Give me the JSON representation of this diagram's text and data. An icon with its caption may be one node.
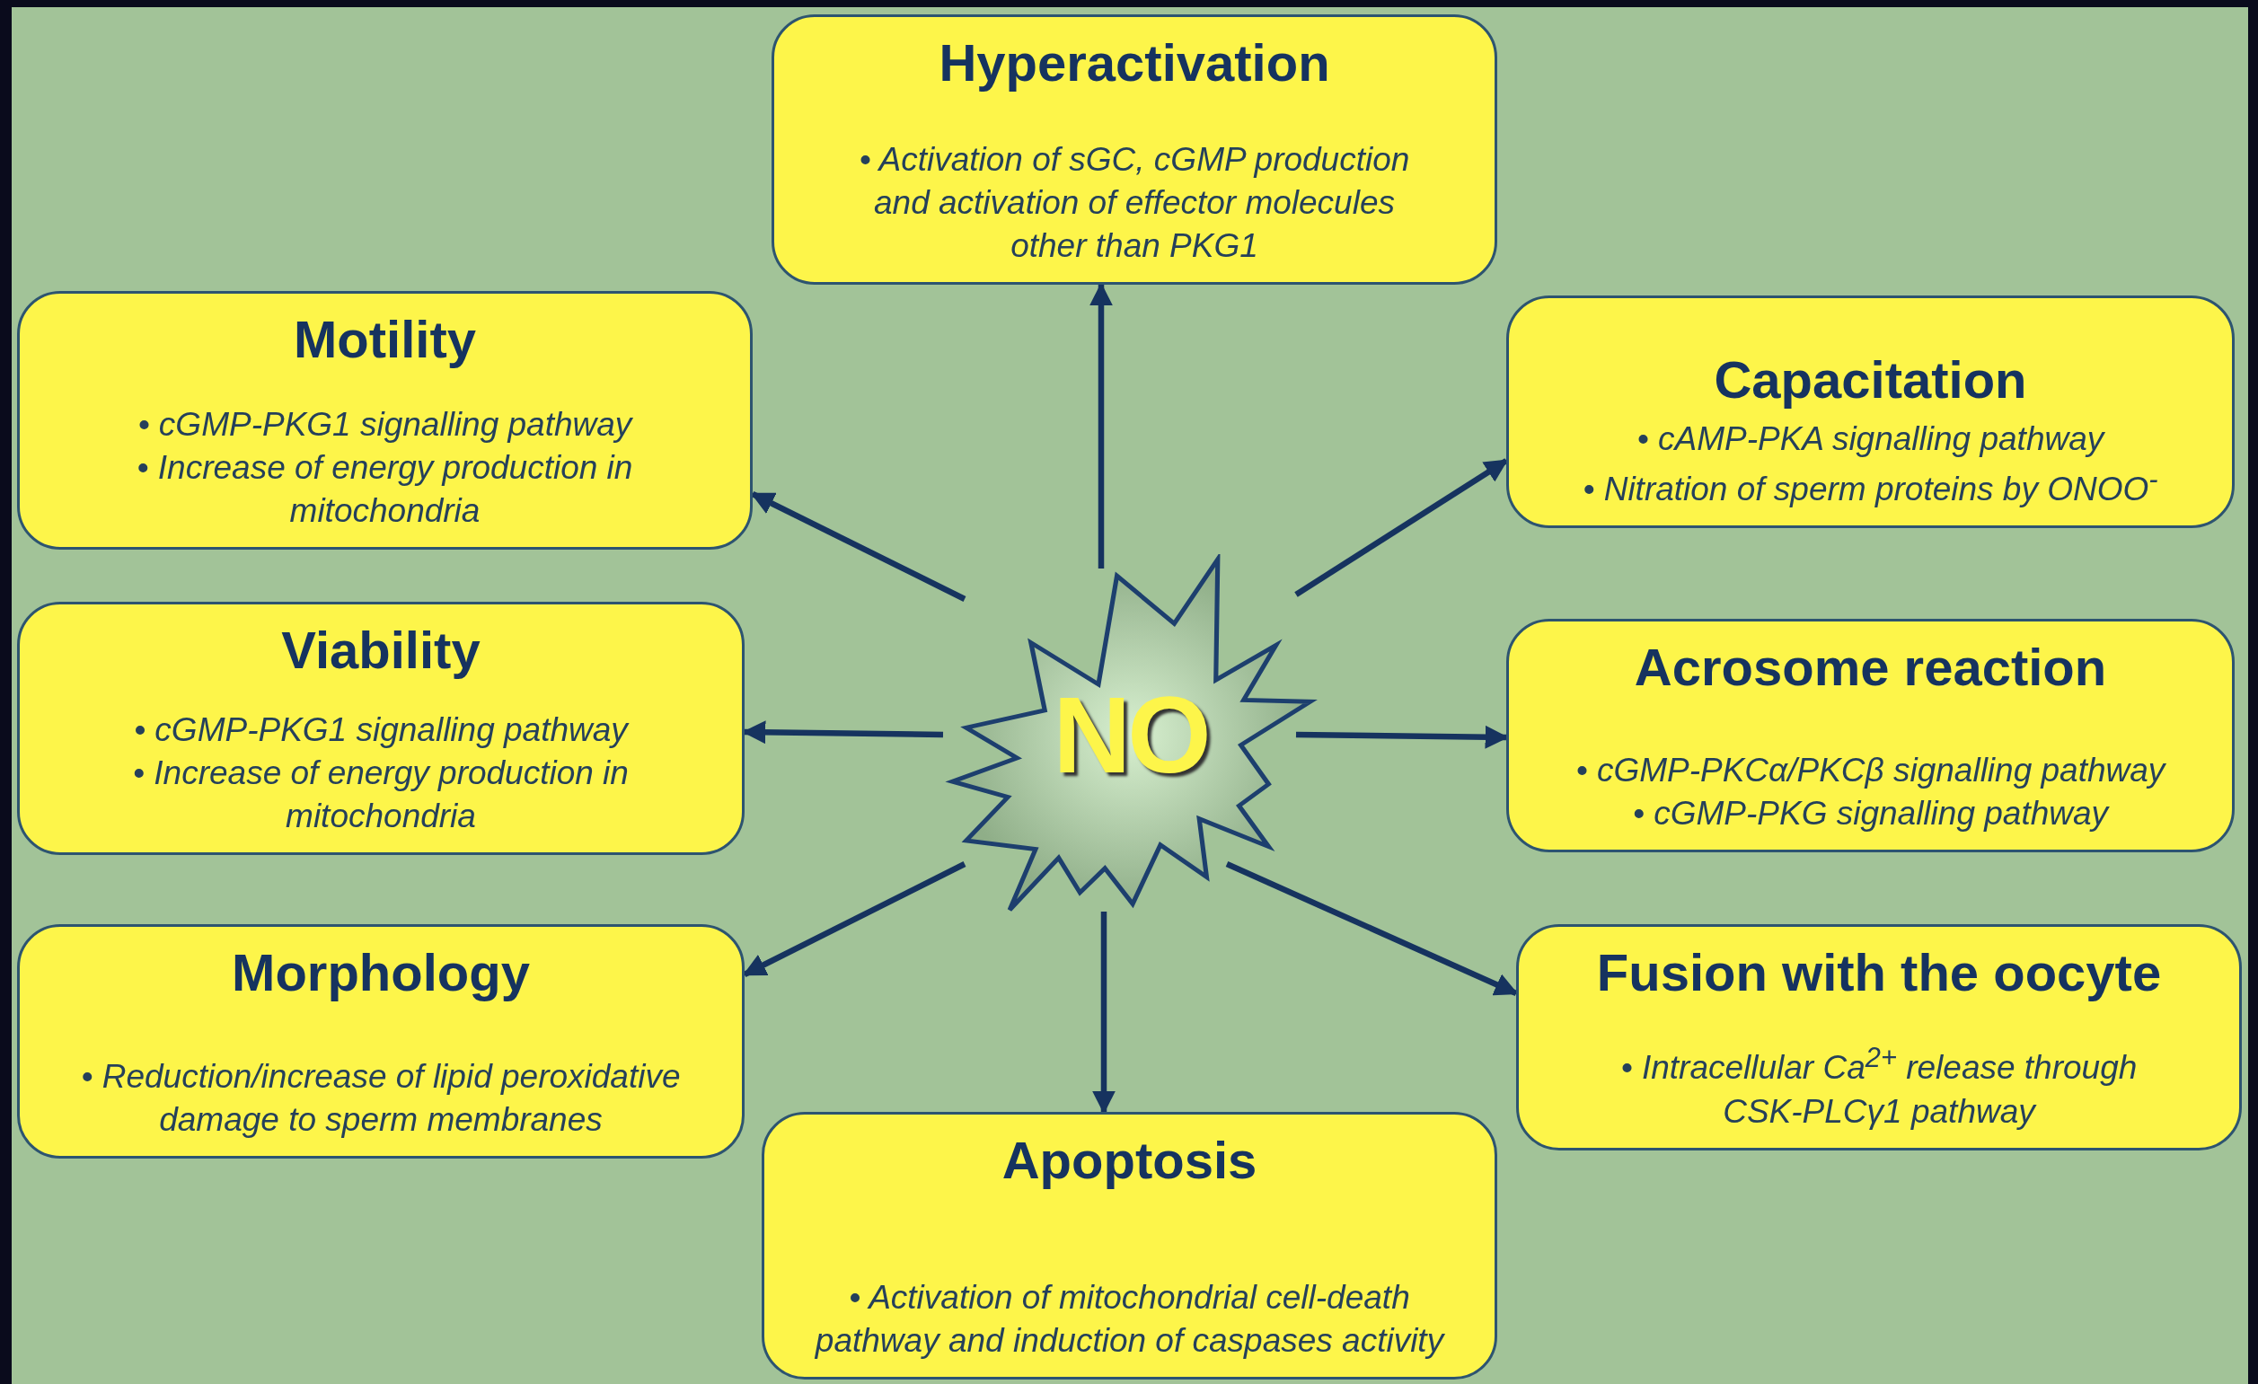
{
  "diagram": {
    "nodes": [
      {
        "text": [
          "Hyperactivation",
          "• Activation of sGC, cGMP production and activation of effector molecules other than PKG1"
        ]
      },
      {
        "text": [
          "Motility",
          "• cGMP-PKG1 signalling pathway",
          "• Increase of energy production in mitochondria"
        ]
      },
      {
        "text": [
          "Capacitation",
          "• cAMP-PKA signalling pathway",
          "• Nitration of sperm proteins by ONOO$^{-}$"
        ]
      },
      {
        "text": [
          "Viability",
          "• cGMP-PKG1 signalling pathway",
          "• Increase of energy production in mitochondria"
        ]
      },
      {
        "text": [
          "NO"
        ]
      },
      {
        "text": [
          "Acrosome reaction",
          "• cGMP-PKCα/PKCβ signalling pathway",
          "• cGMP-PKG signalling pathway"
        ]
      },
      {
        "text": [
          "Morphology",
          "• Reduction/increase of lipid peroxidative damage to sperm membranes"
        ]
      },
      {
        "text": [
          "Fusion with the oocyte",
          "• Intracellular Ca$^{2+}$ release through CSK-PLCγ1 pathway"
        ]
      },
      {
        "text": [
          "Apoptosis",
          "• Activation of mitochondrial cell-death pathway and induction of caspases activity"
        ]
      }
    ],
    "edges": [
      {
        "from": 4,
        "to": 0,
        "arrow": "to"
      },
      {
        "from": 4,
        "to": 1,
        "arrow": "to"
      },
      {
        "from": 4,
        "to": 2,
        "arrow": "to"
      },
      {
        "from": 4,
        "to": 3,
        "arrow": "to"
      },
      {
        "from": 4,
        "to": 5,
        "arrow": "to"
      },
      {
        "from": 4,
        "to": 6,
        "arrow": "to"
      },
      {
        "from": 4,
        "to": 7,
        "arrow": "to"
      },
      {
        "from": 4,
        "to": 8,
        "arrow": "to"
      }
    ]
  }
}
